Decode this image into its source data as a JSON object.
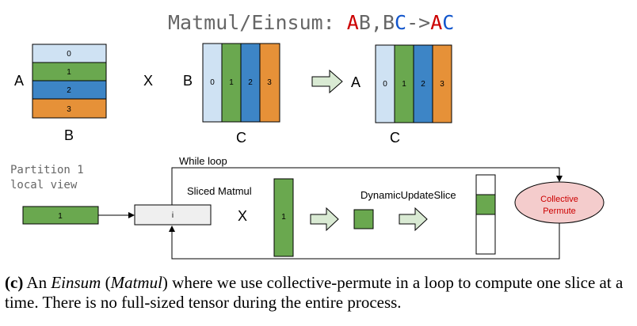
{
  "title": {
    "prefix": "Matmul/Einsum: ",
    "a1": "A",
    "b1": "B",
    "comma": ",",
    "b2": "B",
    "c1": "C",
    "arrow": "->",
    "a2": "A",
    "c2": "C"
  },
  "colors": {
    "blue_light": "#cfe2f3",
    "green": "#6aa84f",
    "blue": "#3d85c6",
    "orange": "#e69138",
    "red": "#cc0000",
    "blue_text": "#1155cc",
    "gray": "#666666",
    "arrow_fill": "#d9ead3",
    "collective_fill": "#f4cccc"
  },
  "top": {
    "label_a_left": "A",
    "left_matrix_rows": [
      "0",
      "1",
      "2",
      "3"
    ],
    "label_b_bottom": "B",
    "times": "X",
    "label_b_mid": "B",
    "mid_matrix_cols": [
      "0",
      "1",
      "2",
      "3"
    ],
    "label_c_mid": "C",
    "label_a_right": "A",
    "right_matrix_cols": [
      "0",
      "1",
      "2",
      "3"
    ],
    "label_c_right": "C"
  },
  "bottom": {
    "partition_line1": "Partition 1",
    "partition_line2": "local view",
    "while_loop": "While loop",
    "local_block": "1",
    "input_box": "i",
    "sliced_matmul": "Sliced Matmul",
    "times": "X",
    "tall_block": "1",
    "dynamic_update_slice": "DynamicUpdateSlice",
    "collective_line1": "Collective",
    "collective_line2": "Permute"
  },
  "caption": {
    "label": "(c)",
    "p1": " An ",
    "einsum": "Einsum",
    "p2": " (",
    "matmul": "Matmul",
    "p3": ") where we use collective-permute in a loop to compute one slice at a time. There is no full-sized tensor during the entire process."
  }
}
